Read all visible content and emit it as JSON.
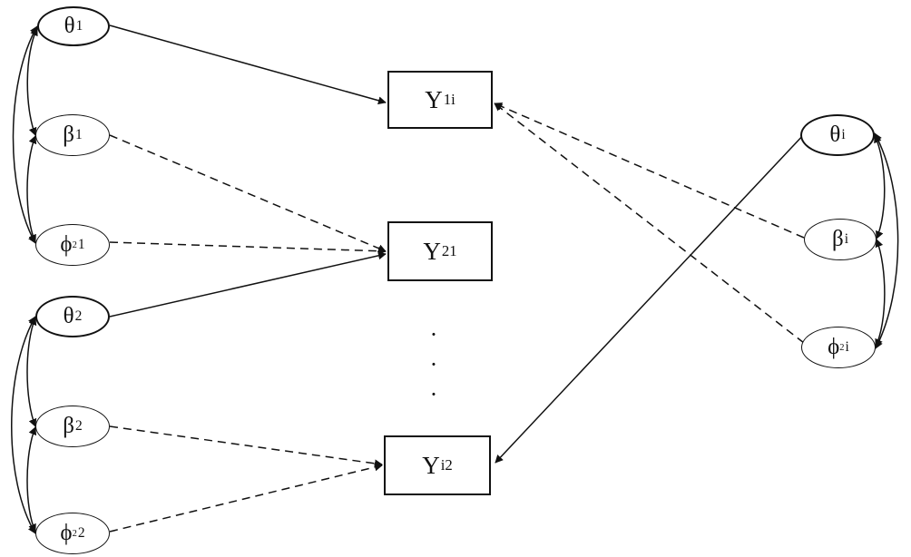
{
  "nodes": {
    "theta1": {
      "symbol": "θ",
      "sub": "1"
    },
    "beta1": {
      "symbol": "β",
      "sub": "1"
    },
    "phi1": {
      "symbol": "ϕ",
      "sup": "2",
      "sub": "1"
    },
    "theta2": {
      "symbol": "θ",
      "sub": "2"
    },
    "beta2": {
      "symbol": "β",
      "sub": "2"
    },
    "phi2": {
      "symbol": "ϕ",
      "sup": "2",
      "sub": "2"
    },
    "thetai": {
      "symbol": "θ",
      "sub": "i"
    },
    "betai": {
      "symbol": "β",
      "sub": "i"
    },
    "phii": {
      "symbol": "ϕ",
      "sup": "2",
      "sub": "i"
    },
    "y1i": {
      "symbol": "Y",
      "sub": "1i"
    },
    "y21": {
      "symbol": "Y",
      "sub": "21"
    },
    "yi2": {
      "symbol": "Y",
      "sub": "i2"
    }
  },
  "ellipsis": [
    "·",
    "·",
    "·"
  ],
  "colors": {
    "stroke": "#111111",
    "background": "#ffffff"
  }
}
